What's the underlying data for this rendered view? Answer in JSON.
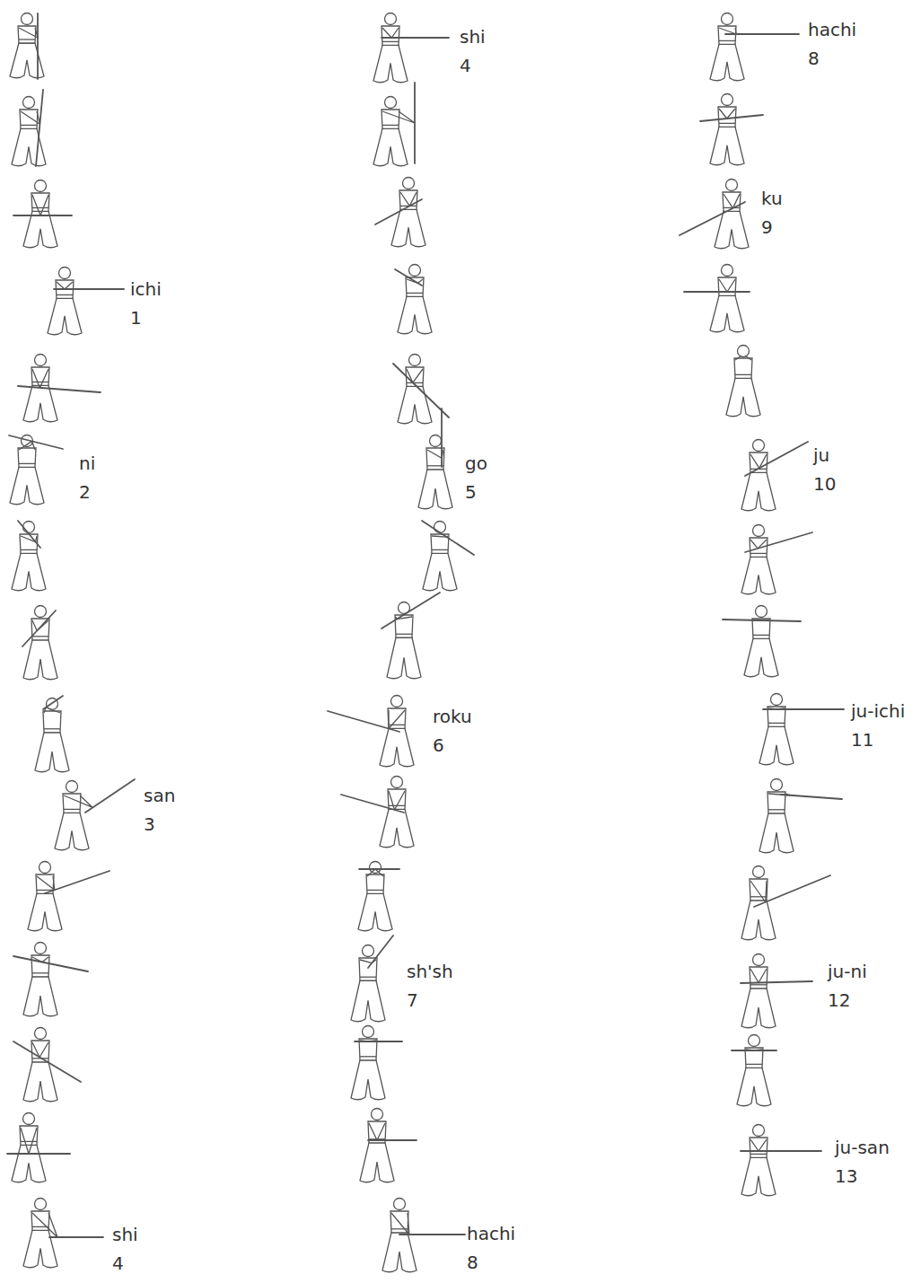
{
  "diagram": {
    "labels": [
      "ichi",
      "1",
      "ni",
      "2",
      "san",
      "3",
      "shi",
      "4",
      "shi",
      "4",
      "go",
      "5",
      "roku",
      "6",
      "sh'sh",
      "7",
      "hachi",
      "8",
      "hachi",
      "8",
      "ku",
      "9",
      "ju",
      "10",
      "ju-ichi",
      "11",
      "ju-ni",
      "12",
      "ju-san",
      "13"
    ]
  }
}
